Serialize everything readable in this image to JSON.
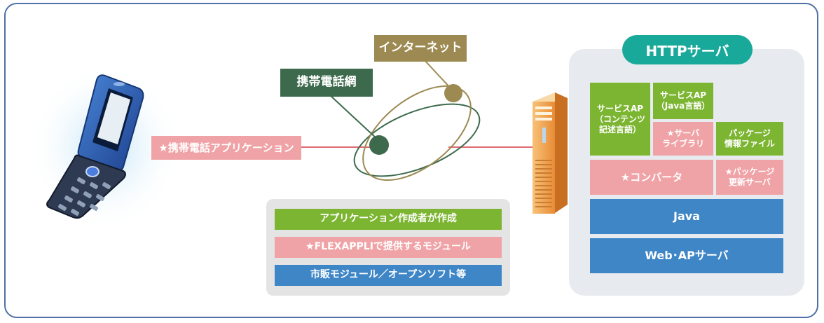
{
  "colors": {
    "green": "#7cb531",
    "pink": "#f0a3a6",
    "blue": "#3f86c7",
    "teal": "#19a99a",
    "dark_green": "#3d6a4d",
    "olive": "#9d8a52",
    "panel_gray": "#e7ebef",
    "red_line": "#e06b72"
  },
  "app_label": "★携帯電話アプリケーション",
  "network": {
    "mobile": "携帯電話網",
    "internet": "インターネット"
  },
  "server": {
    "title": "HTTPサーバ",
    "service_ap_content": "サービスAP\n（コンテンツ\n記述言語）",
    "service_ap_java": "サービスAP\n（Java言語）",
    "server_library": "★サーバ\nライブラリ",
    "package_info": "パッケージ\n情報ファイル",
    "converter": "★コンバータ",
    "package_update": "★パッケージ\n更新サーバ",
    "java": "Java",
    "web_ap": "Web･APサーバ"
  },
  "legend": {
    "app_creator": "アプリケーション作成者が作成",
    "flexappli": "★FLEXAPPLIで提供するモジュール",
    "commercial": "市販モジュール／オープンソフト等"
  }
}
